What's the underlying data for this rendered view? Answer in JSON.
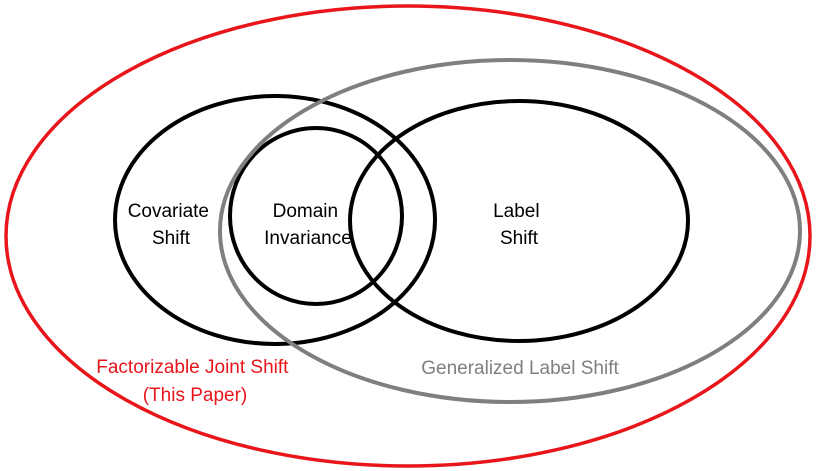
{
  "colors": {
    "outer": "#e8161b",
    "generalized": "#7f7f7f",
    "set": "#000000",
    "background": "#ffffff"
  },
  "sets": {
    "covariate_shift": [
      "Covariate",
      "Shift"
    ],
    "domain_invariance": [
      "Domain",
      "Invariance"
    ],
    "label_shift": [
      "Label",
      "Shift"
    ],
    "generalized_label_shift": "Generalized Label Shift",
    "factorizable_joint_shift": [
      "Factorizable Joint Shift",
      "(This Paper)"
    ]
  }
}
